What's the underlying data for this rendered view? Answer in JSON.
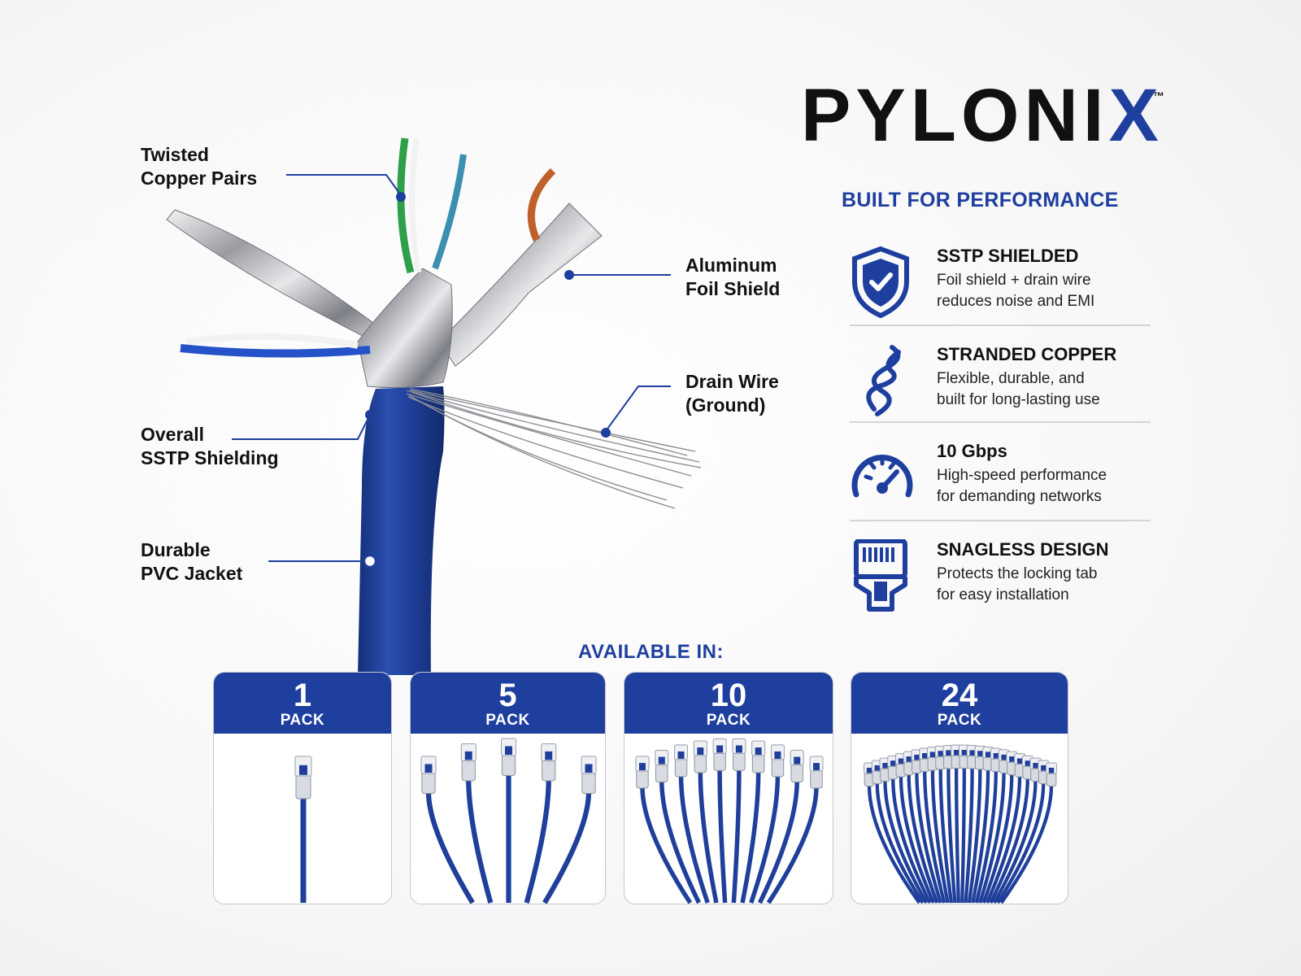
{
  "brand": {
    "name_main": "PYLONI",
    "name_accent": "X",
    "trademark": "™",
    "accent_color": "#1e3f9e"
  },
  "callouts": {
    "twisted": [
      "Twisted",
      "Copper Pairs"
    ],
    "foil": [
      "Aluminum",
      "Foil Shield"
    ],
    "drain": [
      "Drain Wire",
      "(Ground)"
    ],
    "overall": [
      "Overall",
      "SSTP Shielding"
    ],
    "jacket": [
      "Durable",
      "PVC Jacket"
    ]
  },
  "performance": {
    "headline": "BUILT FOR PERFORMANCE",
    "features": [
      {
        "icon": "shield-check-icon",
        "title": "SSTP SHIELDED",
        "desc": [
          "Foil shield + drain wire",
          "reduces noise and EMI"
        ]
      },
      {
        "icon": "twisted-strand-icon",
        "title": "STRANDED COPPER",
        "desc": [
          "Flexible, durable, and",
          "built for long-lasting use"
        ]
      },
      {
        "icon": "speedometer-icon",
        "title": "10 Gbps",
        "desc": [
          "High-speed performance",
          "for demanding networks"
        ]
      },
      {
        "icon": "rj45-connector-icon",
        "title": "SNAGLESS DESIGN",
        "desc": [
          "Protects the locking tab",
          "for easy installation"
        ]
      }
    ]
  },
  "availability": {
    "heading": "AVAILABLE IN:",
    "packs": [
      {
        "count": "1",
        "label": "PACK",
        "cables": 1
      },
      {
        "count": "5",
        "label": "PACK",
        "cables": 5
      },
      {
        "count": "10",
        "label": "PACK",
        "cables": 10
      },
      {
        "count": "24",
        "label": "PACK",
        "cables": 24
      }
    ]
  },
  "colors": {
    "cable_blue": "#1f3f9a",
    "heading_blue": "#1e3f9e"
  }
}
